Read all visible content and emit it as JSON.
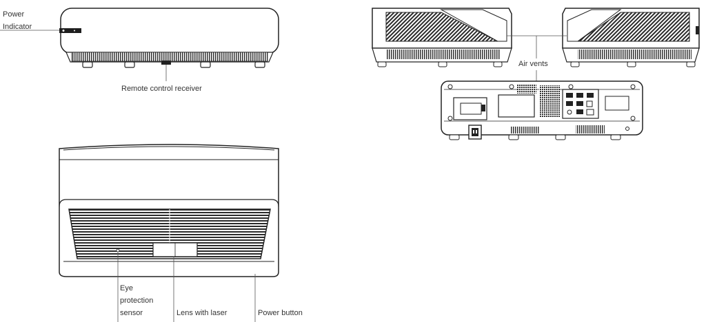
{
  "labels": {
    "power_indicator_line1": "Power",
    "power_indicator_line2": "Indicator",
    "remote_control_receiver": "Remote control receiver",
    "air_vents": "Air vents",
    "eye_line1": "Eye",
    "eye_line2": "protection",
    "eye_line3": "sensor",
    "lens_with_laser": "Lens with laser",
    "power_button": "Power button"
  }
}
